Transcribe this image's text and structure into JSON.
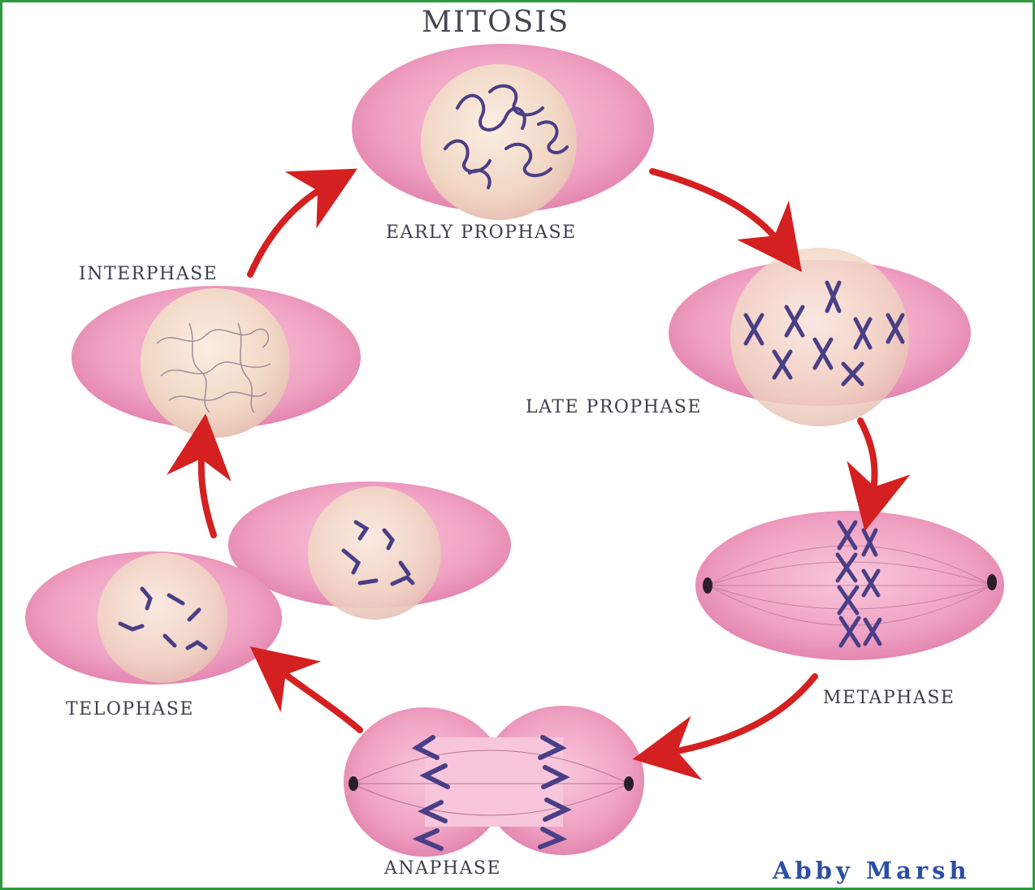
{
  "title": "MITOSIS",
  "stages": [
    {
      "id": "early-prophase",
      "label": "EARLY PROPHASE"
    },
    {
      "id": "late-prophase",
      "label": "LATE PROPHASE"
    },
    {
      "id": "metaphase",
      "label": "METAPHASE"
    },
    {
      "id": "anaphase",
      "label": "ANAPHASE"
    },
    {
      "id": "telophase",
      "label": "TELOPHASE"
    },
    {
      "id": "interphase",
      "label": "INTERPHASE"
    }
  ],
  "signature": "Abby Marsh",
  "colors": {
    "border": "#2e9b3e",
    "cell": "#f2a6c6",
    "nucleus": "#f3dccc",
    "chromosome": "#4a3f86",
    "arrow": "#d42020",
    "label": "#3d3f4a",
    "signature": "#2c4fa6"
  }
}
